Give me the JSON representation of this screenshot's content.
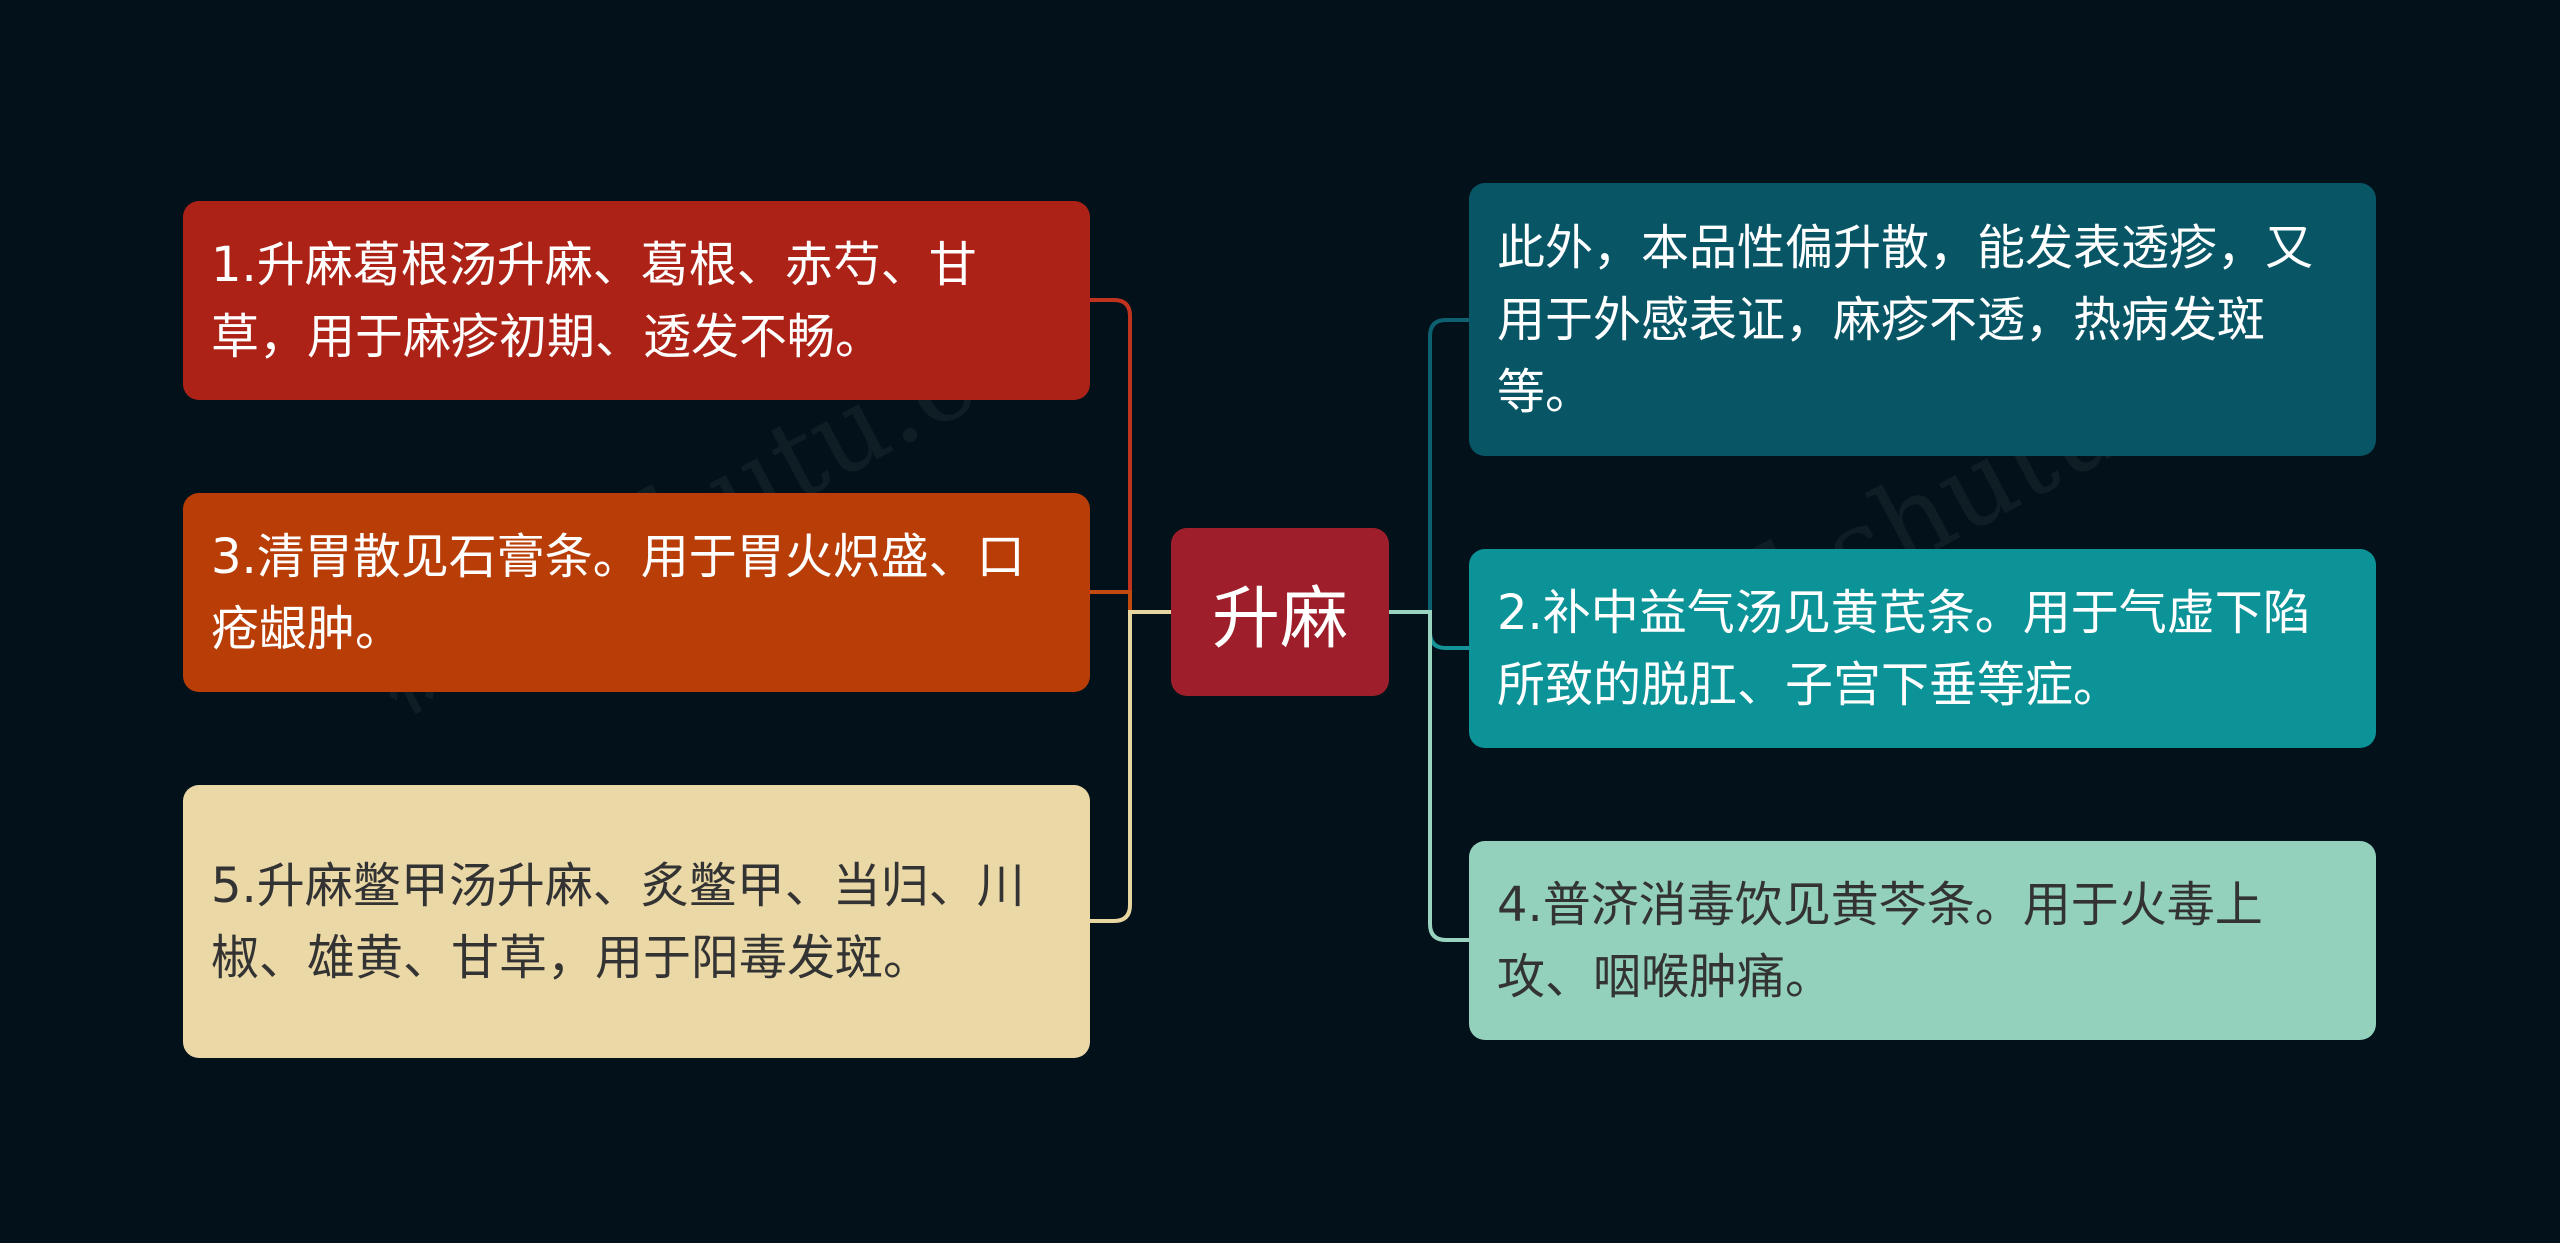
{
  "center": {
    "label": "升麻",
    "color": "#9e1f2b"
  },
  "left_nodes": [
    {
      "text": "1.升麻葛根汤升麻、葛根、赤芍、甘草，用于麻疹初期、透发不畅。",
      "bg": "#ad2216",
      "fg": "#ffffff",
      "line": "#c0331f"
    },
    {
      "text": "3.清胃散见石膏条。用于胃火炽盛、口疮龈肿。",
      "bg": "#b83d07",
      "fg": "#ffffff",
      "line": "#c24a10"
    },
    {
      "text": "5.升麻鳖甲汤升麻、炙鳖甲、当归、川椒、雄黄、甘草，用于阳毒发斑。",
      "bg": "#ead8a6",
      "fg": "#333333",
      "line": "#e8d6a0"
    }
  ],
  "right_nodes": [
    {
      "text": "此外，本品性偏升散，能发表透疹，又用于外感表证，麻疹不透，热病发斑等。",
      "bg": "#075565",
      "fg": "#ffffff",
      "line": "#0d6070"
    },
    {
      "text": "2.补中益气汤见黄芪条。用于气虚下陷所致的脱肛、子宫下垂等症。",
      "bg": "#0c9397",
      "fg": "#ffffff",
      "line": "#149499"
    },
    {
      "text": "4.普济消毒饮见黄芩条。用于火毒上攻、咽喉肿痛。",
      "bg": "#93d1bc",
      "fg": "#333333",
      "line": "#9ad4c0"
    }
  ],
  "watermark": "树图 shutu.cn"
}
